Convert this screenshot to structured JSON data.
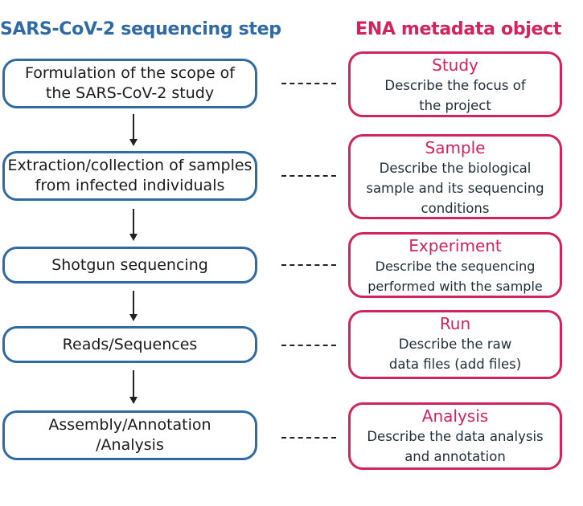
{
  "headers": {
    "left": "SARS-CoV-2 sequencing step",
    "right": "ENA metadata object"
  },
  "colors": {
    "step_border": "#2f6aa5",
    "object_border": "#d1245f",
    "connector": "#222222"
  },
  "steps": [
    {
      "label": "Formulation of the scope of the SARS-CoV-2 study"
    },
    {
      "label": "Extraction/collection of samples from infected individuals"
    },
    {
      "label": "Shotgun sequencing"
    },
    {
      "label": "Reads/Sequences"
    },
    {
      "label": "Assembly/Annotation /Analysis"
    }
  ],
  "objects": [
    {
      "title": "Study",
      "description": "Describe the focus of the project"
    },
    {
      "title": "Sample",
      "description": "Describe the biological sample and its sequencing conditions"
    },
    {
      "title": "Experiment",
      "description": "Describe the sequencing performed with the sample"
    },
    {
      "title": "Run",
      "description": "Describe the raw data files (add files)"
    },
    {
      "title": "Analysis",
      "description": "Describe the data analysis and annotation"
    }
  ]
}
